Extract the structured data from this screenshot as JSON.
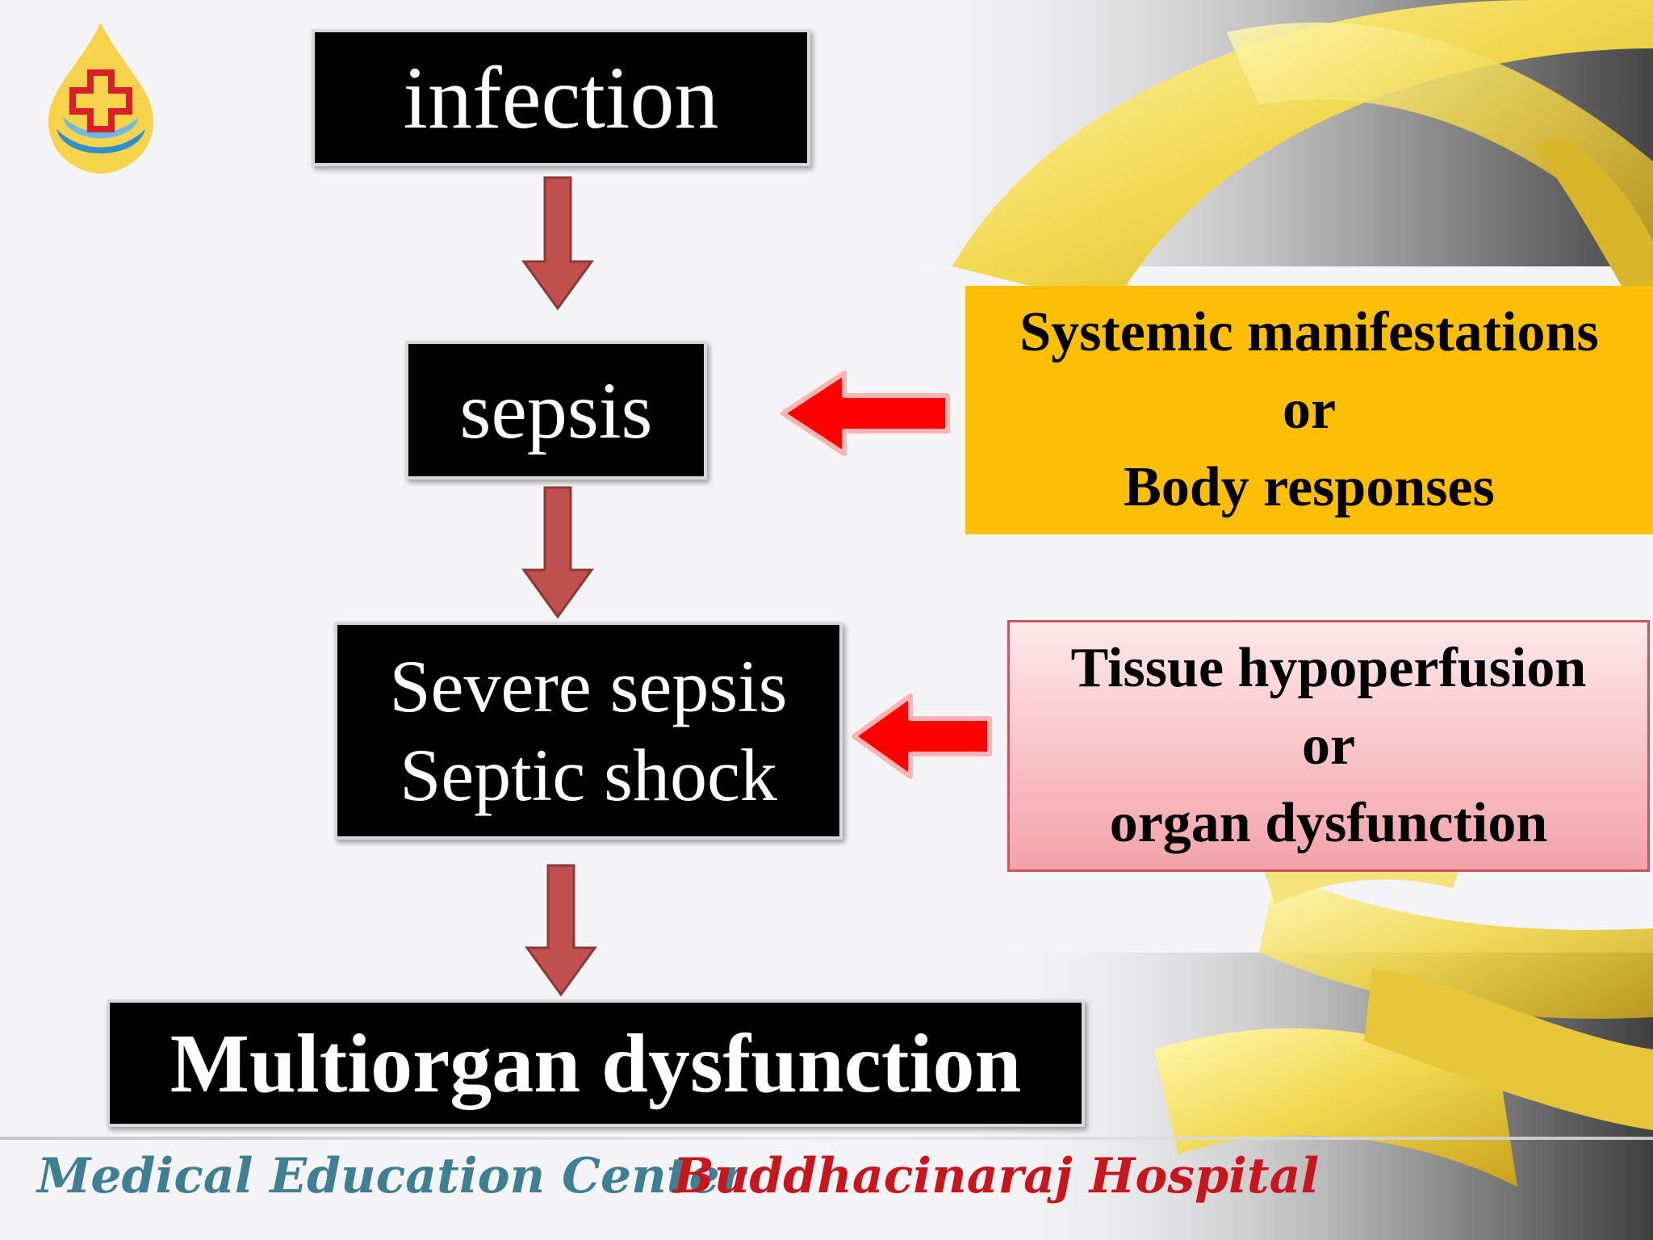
{
  "flow": {
    "infection": "infection",
    "sepsis": "sepsis",
    "severe_sepsis": "Severe sepsis",
    "septic_shock": "Septic shock",
    "multiorgan": "Multiorgan dysfunction"
  },
  "systemic_box": {
    "line1": "Systemic manifestations",
    "line2": "or",
    "line3": "Body responses",
    "color": "#fcbf06"
  },
  "tissue_box": {
    "line1": "Tissue hypoperfusion",
    "line2": "or",
    "line3": "organ dysfunction",
    "color": "#f2a3a9"
  },
  "footer": {
    "left": "Medical Education Center",
    "right": "Buddhacinaraj Hospital"
  },
  "colors": {
    "down_arrow": "#c0504d",
    "side_arrow": "#ff0000",
    "box_bg": "#000000"
  }
}
